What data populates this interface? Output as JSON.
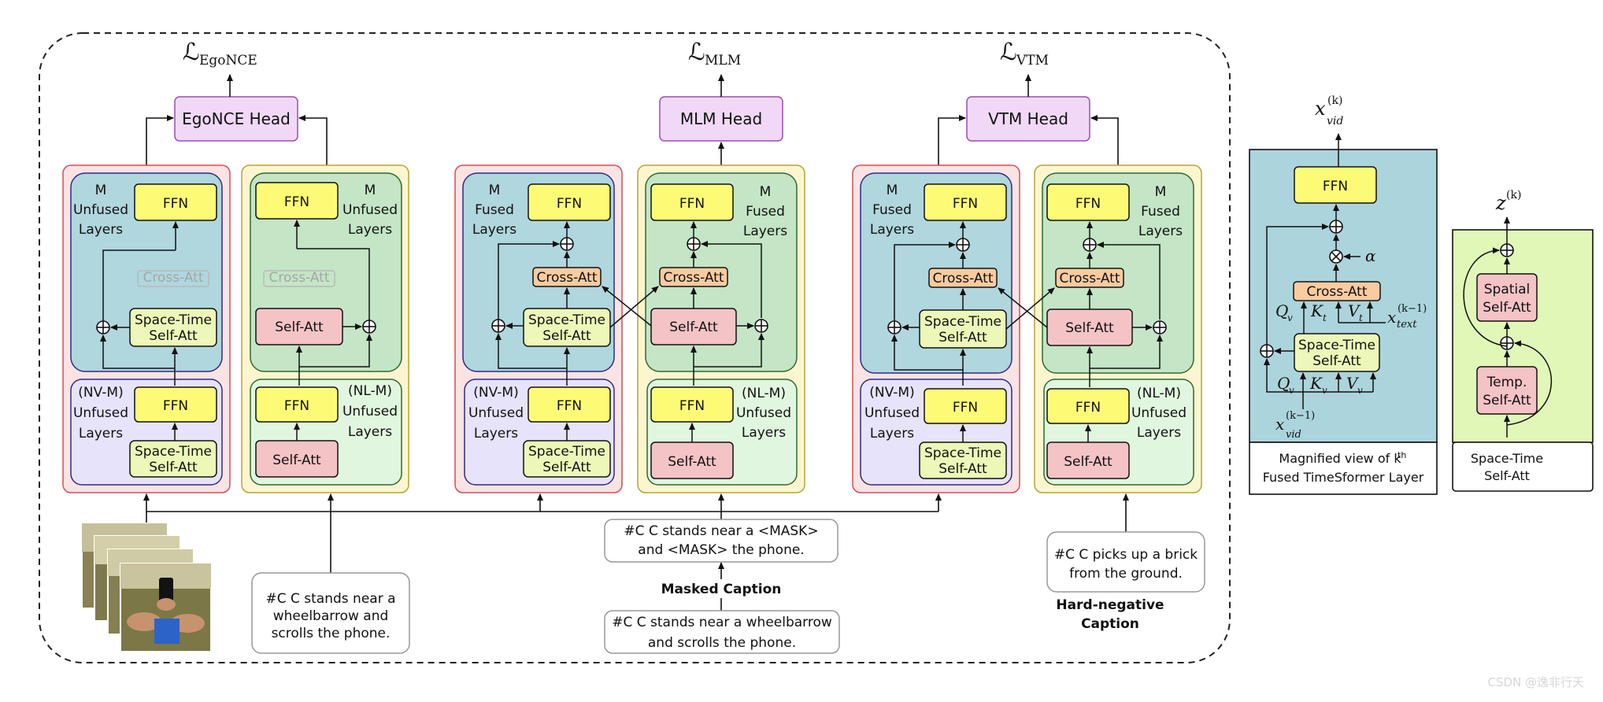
{
  "losses": {
    "egonce": {
      "symbol": "ℒ",
      "sub": "EgoNCE"
    },
    "mlm": {
      "symbol": "ℒ",
      "sub": "MLM"
    },
    "vtm": {
      "symbol": "ℒ",
      "sub": "VTM"
    }
  },
  "heads": {
    "egonce": "EgoNCE Head",
    "mlm": "MLM Head",
    "vtm": "VTM Head"
  },
  "blocks": {
    "ffn": "FFN",
    "self_att": "Self-Att",
    "cross_att": "Cross-Att",
    "st_line1": "Space-Time",
    "st_line2": "Self-Att"
  },
  "labels": {
    "m": "M",
    "unfused": "Unfused",
    "fused": "Fused",
    "layers": "Layers",
    "nv_m": "(NV-M)",
    "nl_m": "(NL-M)"
  },
  "captions": {
    "caption_line1": "#C C stands near a",
    "caption_line2": "wheelbarrow and",
    "caption_line3": "scrolls the phone.",
    "masked_line1": "#C C stands near a <MASK>",
    "masked_line2": "and <MASK> the phone.",
    "masked_title": "Masked Caption",
    "orig_line1": "#C C stands near a wheelbarrow",
    "orig_line2": "and scrolls the phone.",
    "hard_line1": "#C C picks up a brick",
    "hard_line2": "from the ground.",
    "hard_title_1": "Hard-negative",
    "hard_title_2": "Caption"
  },
  "magnified": {
    "caption_line1": "Magnified view of k",
    "caption_sup": "th",
    "caption_line2": "Fused TimeSformer Layer",
    "out_var": "x",
    "alpha": "α",
    "q": "Q",
    "k": "K",
    "v": "V"
  },
  "spacetime_panel": {
    "out_var": "z",
    "spatial_1": "Spatial",
    "spatial_2": "Self-Att",
    "temp_1": "Temp.",
    "temp_2": "Self-Att",
    "caption_1": "Space-Time",
    "caption_2": "Self-Att"
  },
  "watermark": "CSDN @逸非行天",
  "colors": {
    "ffn": "#fdfb76",
    "self_att": "#f4c3c6",
    "cross_att": "#f9cba0",
    "space_time": "#ecf7b8",
    "head": "#f1d8f7",
    "video_outer": "#fbe3e3",
    "text_outer": "#fcf6d0",
    "fused_video": "#b0d6de",
    "fused_text": "#c4e5c6",
    "unfused_video": "#e7e3fa",
    "unfused_text": "#e1f6df",
    "mag_bg": "#acd4dc",
    "st_bg": "#e1f7b8"
  }
}
